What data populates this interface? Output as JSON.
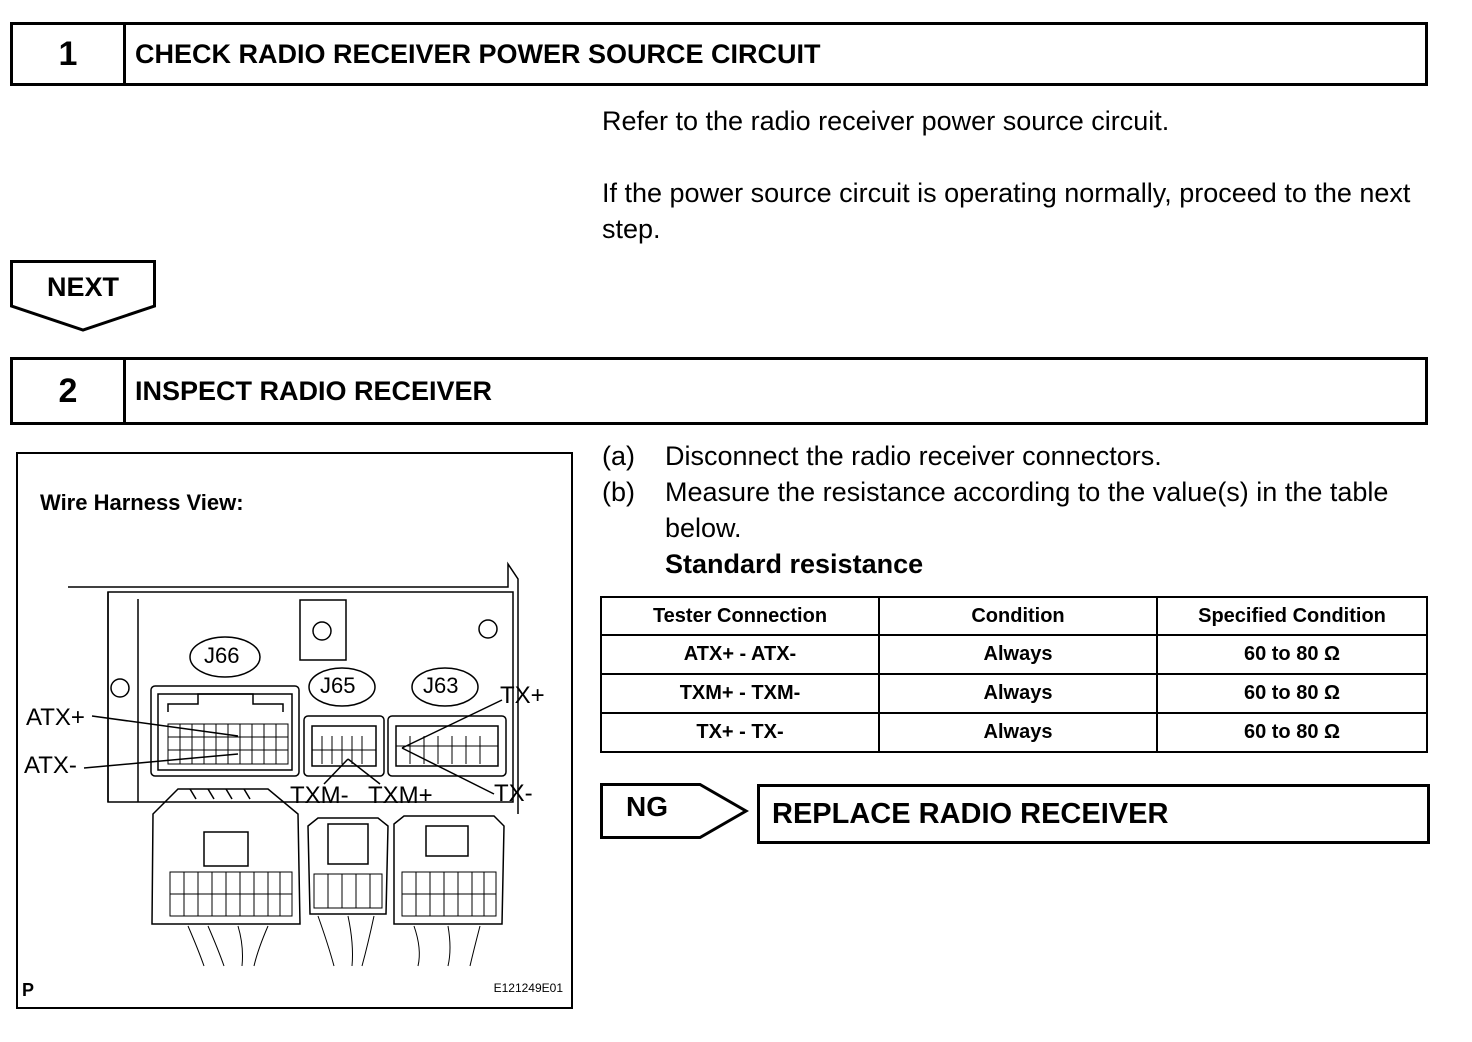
{
  "step1": {
    "number": "1",
    "title": "CHECK RADIO RECEIVER POWER SOURCE CIRCUIT"
  },
  "step1_text": {
    "line1": "Refer to the radio receiver power source circuit.",
    "line2": "If the power source circuit is operating normally, proceed to the next step."
  },
  "next_label": "NEXT",
  "step2": {
    "number": "2",
    "title": "INSPECT RADIO RECEIVER"
  },
  "figure": {
    "heading": "Wire Harness View:",
    "connectors": [
      "J66",
      "J65",
      "J63"
    ],
    "terminal_labels": {
      "atx_plus": "ATX+",
      "atx_minus": "ATX-",
      "txm_minus": "TXM-",
      "txm_plus": "TXM+",
      "tx_plus": "TX+",
      "tx_minus": "TX-"
    },
    "corner_letter": "P",
    "figure_code": "E121249E01"
  },
  "instructions": [
    {
      "marker": "(a)",
      "text": "Disconnect the radio receiver connectors."
    },
    {
      "marker": "(b)",
      "text": "Measure the resistance according to the value(s) in the table below."
    }
  ],
  "standard_heading": "Standard resistance",
  "table": {
    "headers": [
      "Tester Connection",
      "Condition",
      "Specified Condition"
    ],
    "rows": [
      [
        "ATX+ - ATX-",
        "Always",
        "60 to 80 Ω"
      ],
      [
        "TXM+ - TXM-",
        "Always",
        "60 to 80 Ω"
      ],
      [
        "TX+ - TX-",
        "Always",
        "60 to 80 Ω"
      ]
    ]
  },
  "ng_label": "NG",
  "ng_action": "REPLACE RADIO RECEIVER"
}
